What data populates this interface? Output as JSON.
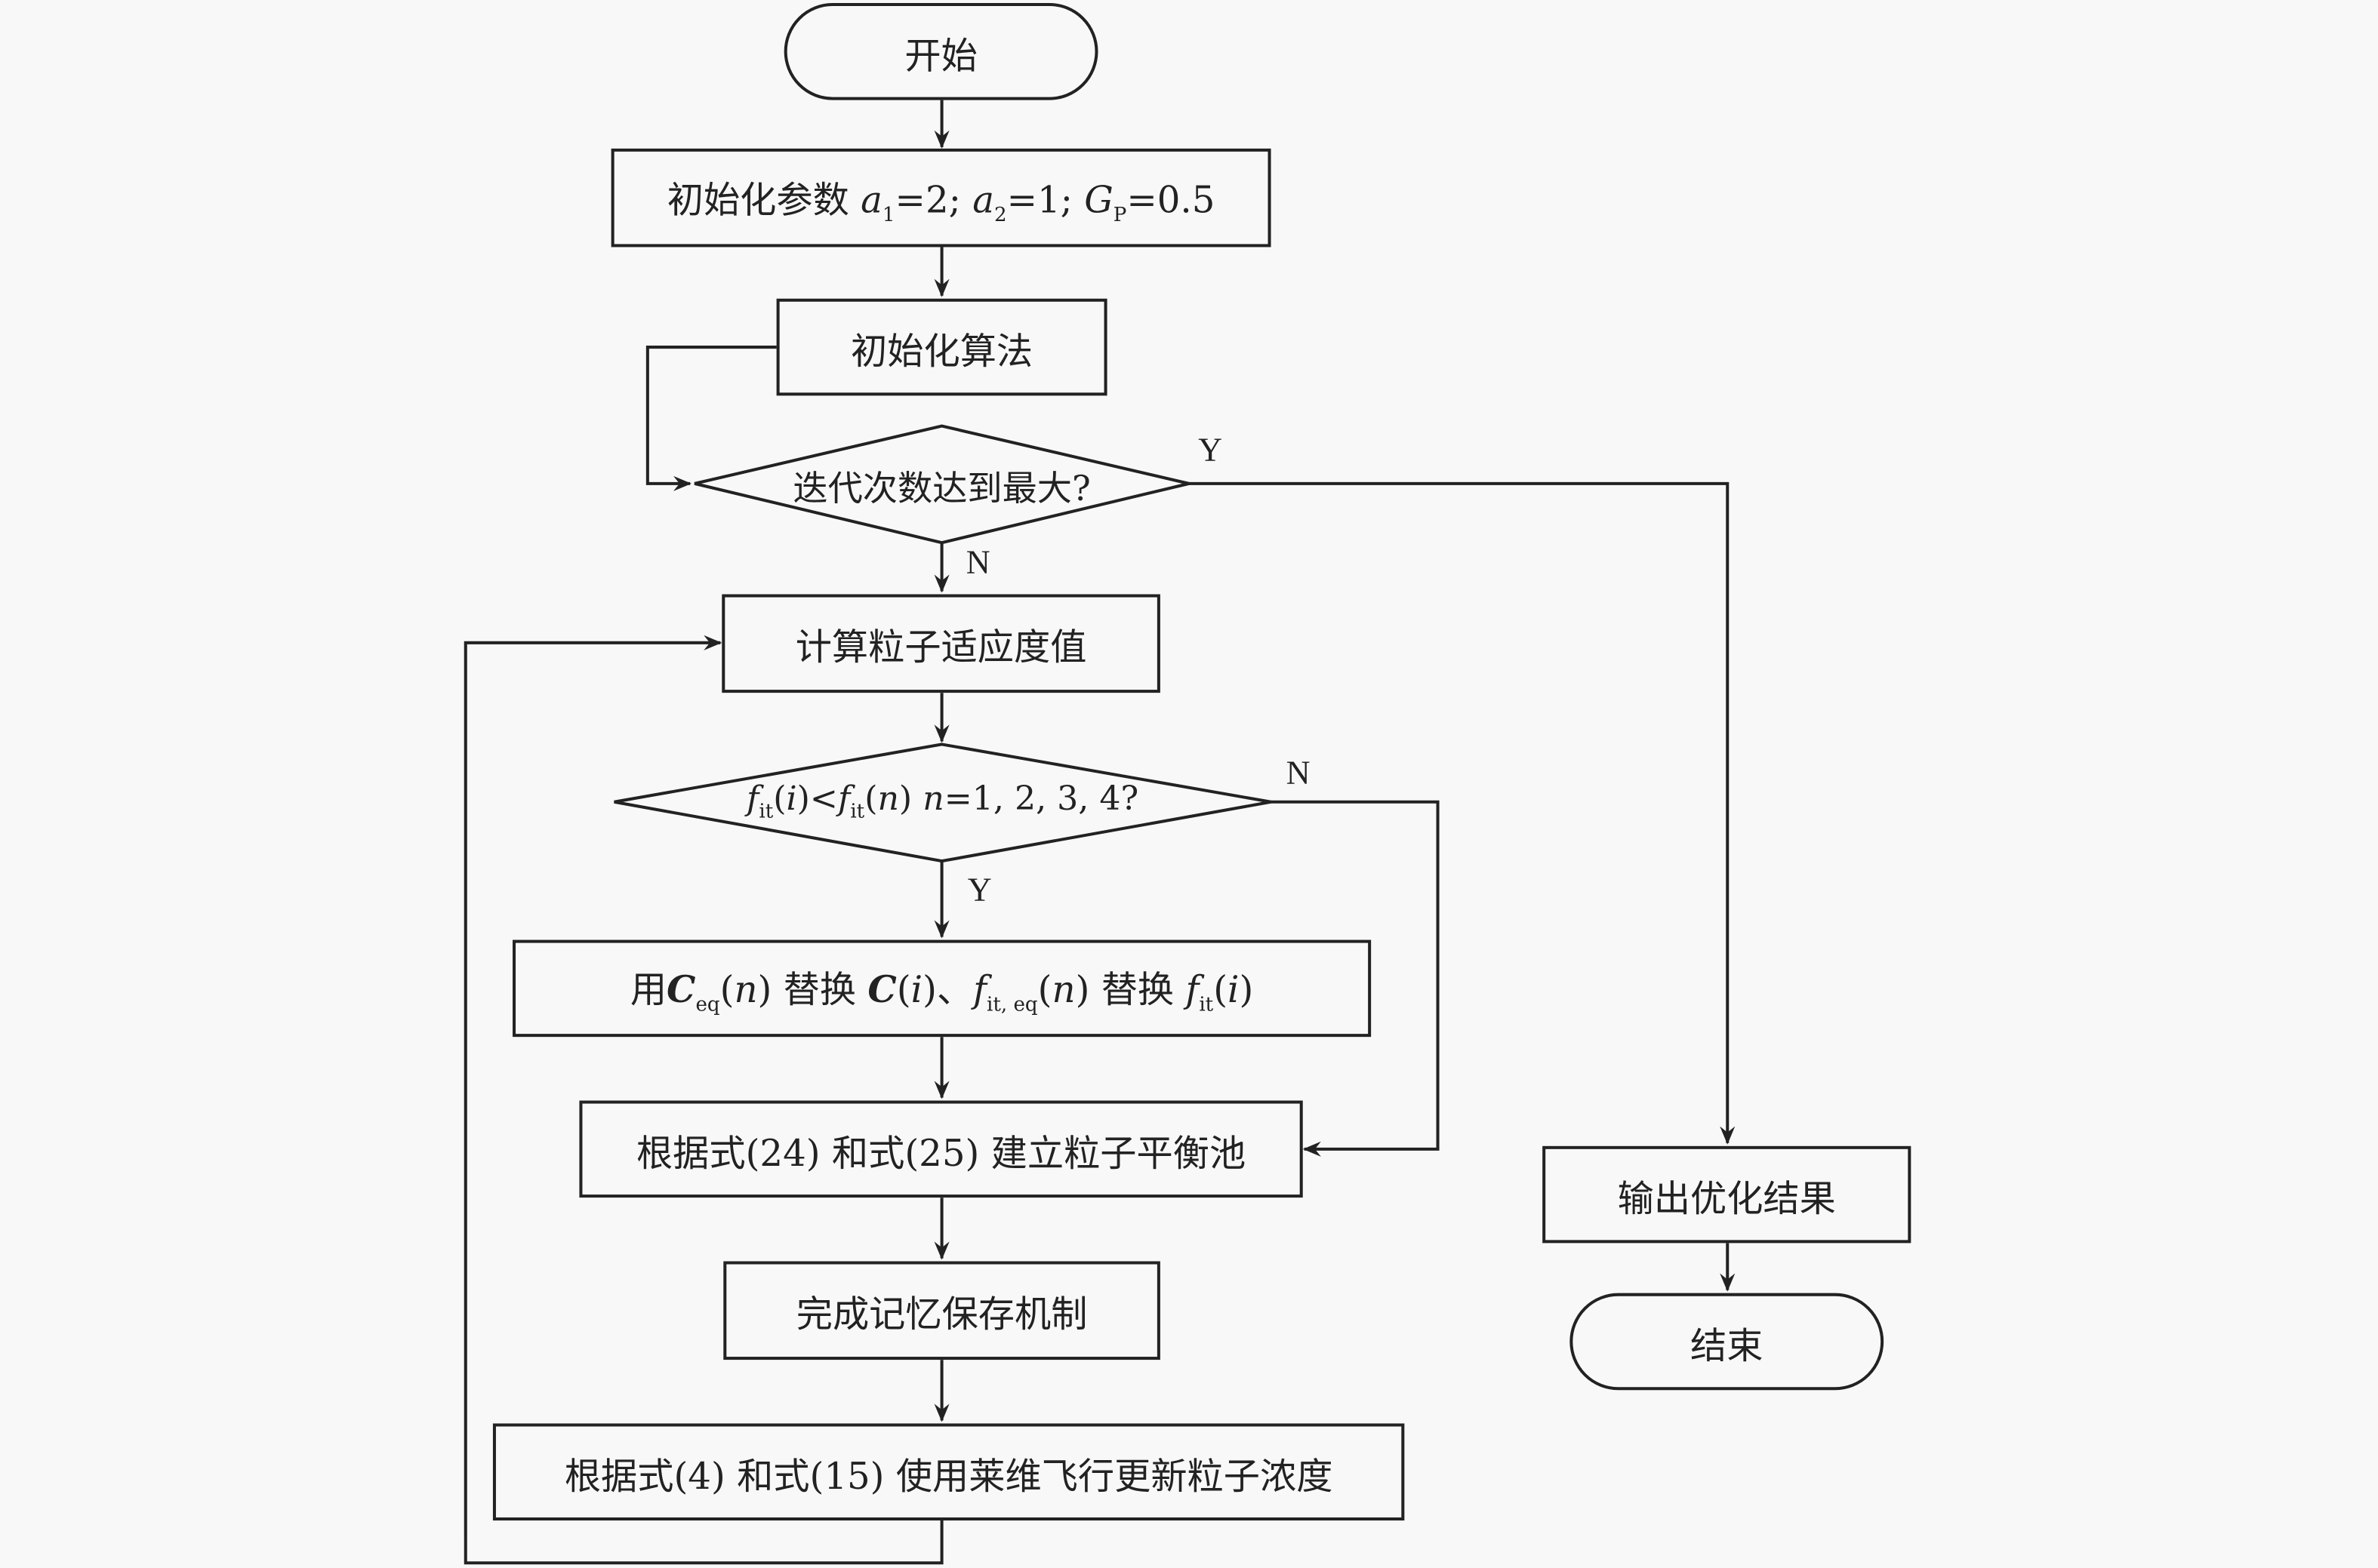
{
  "flowchart": {
    "start": "开始",
    "init_params": {
      "prefix": "初始化参数 ",
      "a1_var": "a",
      "a1_sub": "1",
      "a1_val": "=2; ",
      "a2_var": "a",
      "a2_sub": "2",
      "a2_val": "=1; ",
      "gp_var": "G",
      "gp_sub": "P",
      "gp_val": "=0.5"
    },
    "init_algo": "初始化算法",
    "decision_iter": "迭代次数达到最大?",
    "compute_fitness": "计算粒子适应度值",
    "decision_fit": {
      "f1": "f",
      "s1": "it",
      "p1": "(",
      "i": "i",
      "p2": ")<",
      "f2": "f",
      "s2": "it",
      "p3": "(",
      "n": "n",
      "p4": ") ",
      "n2": "n",
      "rest": "=1, 2, 3, 4?"
    },
    "replace": {
      "t1": "用",
      "C": "C",
      "sub1": "eq",
      "t2": "(",
      "n": "n",
      "t3": ") 替换 ",
      "C2": "C",
      "t4": "(",
      "i": "i",
      "t5": ")、",
      "f": "f",
      "sub2": "it, eq",
      "t6": "(",
      "n2": "n",
      "t7": ") 替换 ",
      "f2": "f",
      "sub3": "it",
      "t8": "(",
      "i2": "i",
      "t9": ")"
    },
    "build_pool": "根据式(24) 和式(25) 建立粒子平衡池",
    "memory": "完成记忆保存机制",
    "update": "根据式(4) 和式(15) 使用莱维飞行更新粒子浓度",
    "output": "输出优化结果",
    "end": "结束",
    "labels": {
      "yes1": "Y",
      "no1": "N",
      "no2": "N",
      "yes2": "Y"
    }
  }
}
